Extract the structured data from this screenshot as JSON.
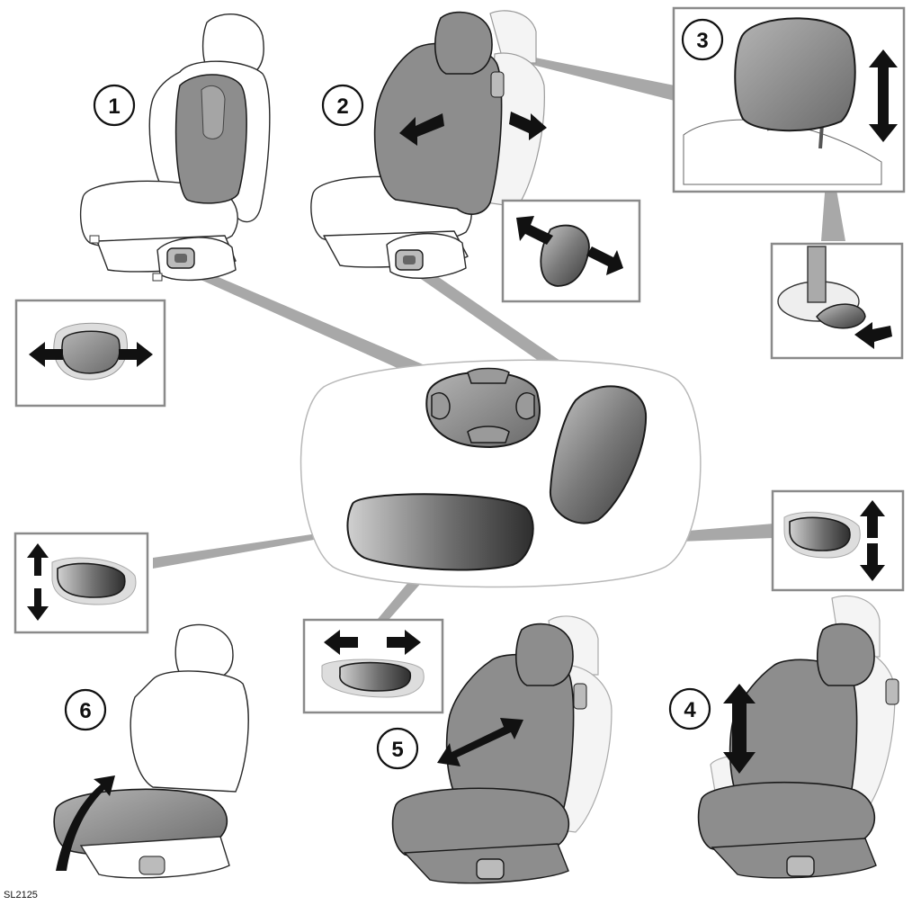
{
  "figure": {
    "reference_code": "SL2125",
    "callouts": [
      {
        "id": 1,
        "label": "1"
      },
      {
        "id": 2,
        "label": "2"
      },
      {
        "id": 3,
        "label": "3"
      },
      {
        "id": 4,
        "label": "4"
      },
      {
        "id": 5,
        "label": "5"
      },
      {
        "id": 6,
        "label": "6"
      }
    ]
  },
  "colors": {
    "outline": "#1a1a1a",
    "seat_fill": "#8d8d8d",
    "ghost_seat": "#e9e9e9",
    "frame_border": "#8a8a8a",
    "leader_line": "#a0a0a0",
    "switch_dark": "#5a5a5a",
    "switch_light": "#bdbdbd"
  },
  "icons": [
    "lumbar-seat-icon",
    "backrest-recline-icon",
    "headrest-height-icon",
    "headrest-release-button-icon",
    "seat-height-icon",
    "seat-fore-aft-icon",
    "cushion-tilt-icon",
    "seat-switch-panel-icon"
  ]
}
